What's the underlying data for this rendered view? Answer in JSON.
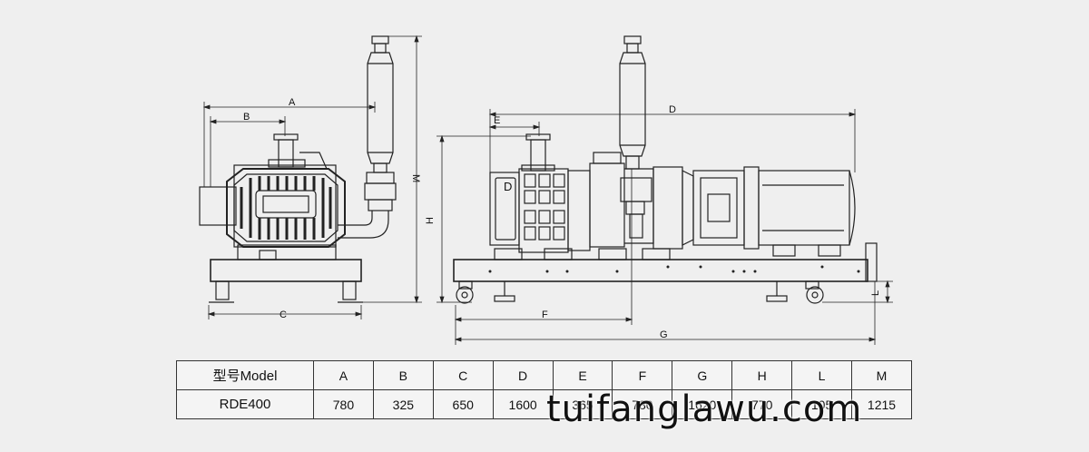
{
  "dimension_labels": {
    "A": "A",
    "B": "B",
    "C": "C",
    "D": "D",
    "E": "E",
    "F": "F",
    "G": "G",
    "H": "H",
    "L": "L",
    "M": "M"
  },
  "nameplate_letter": "D",
  "table": {
    "header_model": "型号Model",
    "columns": [
      "A",
      "B",
      "C",
      "D",
      "E",
      "F",
      "G",
      "H",
      "L",
      "M"
    ],
    "row_model": "RDE400",
    "values": [
      "780",
      "325",
      "650",
      "1600",
      "365",
      "780",
      "1620",
      "770",
      "105",
      "1215"
    ]
  },
  "watermark": "tuifanglawu.com"
}
